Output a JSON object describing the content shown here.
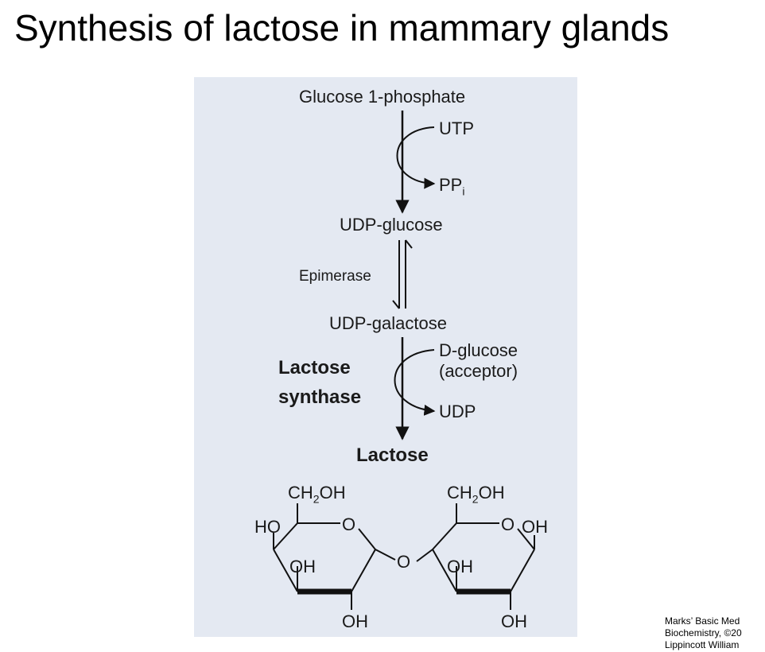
{
  "title": "Synthesis of lactose in mammary glands",
  "pathway": {
    "glucose_1_phosphate": "Glucose 1-phosphate",
    "utp": "UTP",
    "ppi": "PP",
    "ppi_sub": "i",
    "udp_glucose": "UDP-glucose",
    "epimerase": "Epimerase",
    "udp_galactose": "UDP-galactose",
    "d_glucose": "D-glucose",
    "acceptor": "(acceptor)",
    "lactose_synthase_line1": "Lactose",
    "lactose_synthase_line2": "synthase",
    "udp": "UDP",
    "lactose": "Lactose"
  },
  "structure": {
    "ch2oh_left": "CH",
    "ch2oh_left_sub": "2",
    "ch2oh_left_tail": "OH",
    "ch2oh_right": "CH",
    "ch2oh_right_sub": "2",
    "ch2oh_right_tail": "OH",
    "ho_left": "HO",
    "ring_o_left": "O",
    "ring_o_right": "O",
    "oh_anomeric": "OH",
    "glycosidic_o": "O",
    "oh_left_c3": "OH",
    "oh_right_c3": "OH",
    "oh_left_bottom": "OH",
    "oh_right_bottom": "OH"
  },
  "credit": {
    "line1": "Marks’ Basic Med",
    "line2": "Biochemistry, ©20",
    "line3": "Lippincott William"
  }
}
